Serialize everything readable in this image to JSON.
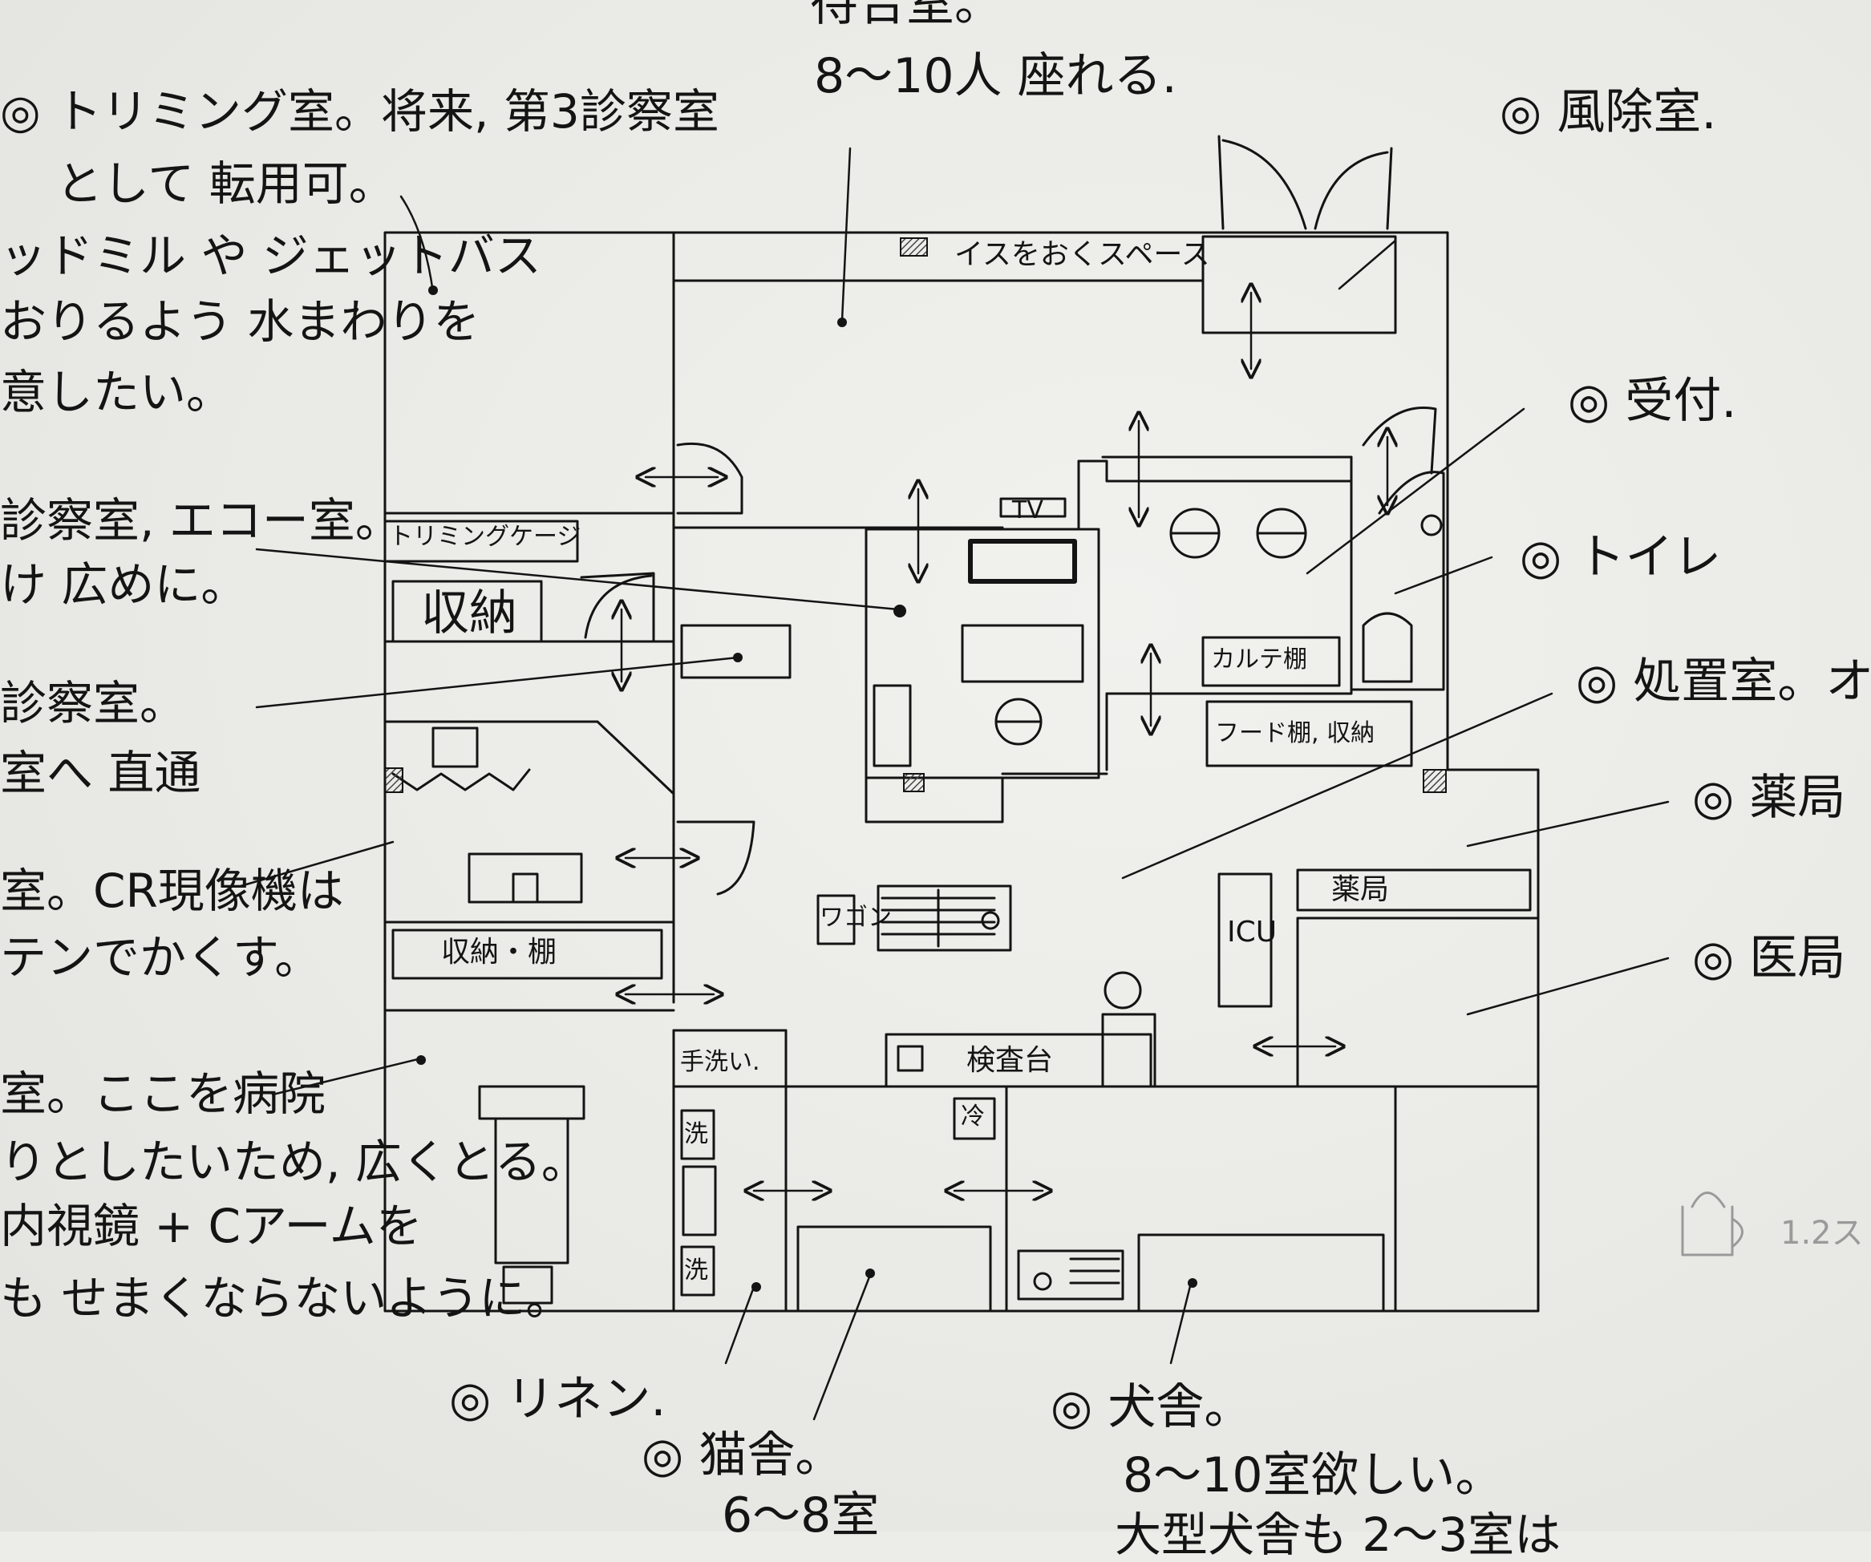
{
  "annotations": {
    "waiting_title": "待合室。",
    "waiting_sub": "8〜10人 座れる.",
    "trimming_1": "◎ トリミング室。将来, 第3診察室",
    "trimming_2": "として 転用可。",
    "trimming_3": "ッドミル や ジェットバス",
    "trimming_4": "おりるよう 水まわりを",
    "trimming_5": "意したい。",
    "exam2_1": "診察室, エコー室。",
    "exam2_2": "け 広めに。",
    "exam1_1": "診察室。",
    "exam1_2": "室へ 直通",
    "xray_1": "室。CR現像機は",
    "xray_2": "テンでかくす。",
    "surgery_1": "室。ここを病院",
    "surgery_2": "りとしたいため, 広くとる。",
    "surgery_3": "内視鏡 + Cアームを",
    "surgery_4": "も せまくならないように。",
    "windbreak": "◎ 風除室.",
    "reception": "◎ 受付.",
    "toilet": "◎ トイレ",
    "treatment": "◎ 処置室。オペ",
    "pharmacy": "◎ 薬局",
    "office": "◎ 医局",
    "linen": "◎ リネン.",
    "cat_1": "◎ 猫舎。",
    "cat_2": "6〜8室",
    "dog_1": "◎ 犬舎。",
    "dog_2": "8〜10室欲しい。",
    "dog_3": "大型犬舎も 2〜3室は",
    "scale_note": "1.2ス"
  },
  "room_labels": {
    "chair_space": "イスをおくスペース",
    "tv": "TV",
    "trimming_cage": "トリミングケージ",
    "storage1": "収納",
    "storage_shelf": "収納・棚",
    "chart_shelf": "カルテ棚",
    "food_shelf": "フード棚, 収納",
    "pharmacy_shelf": "薬局",
    "icu": "ICU",
    "wagon": "ワゴン",
    "handwash": "手洗い.",
    "exam_table": "検査台",
    "fridge": "冷",
    "wash_top": "洗",
    "wash_bottom": "洗"
  },
  "colors": {
    "ink": "#141414",
    "paper": "#ecece8",
    "pillar_hatch": "#444444"
  }
}
